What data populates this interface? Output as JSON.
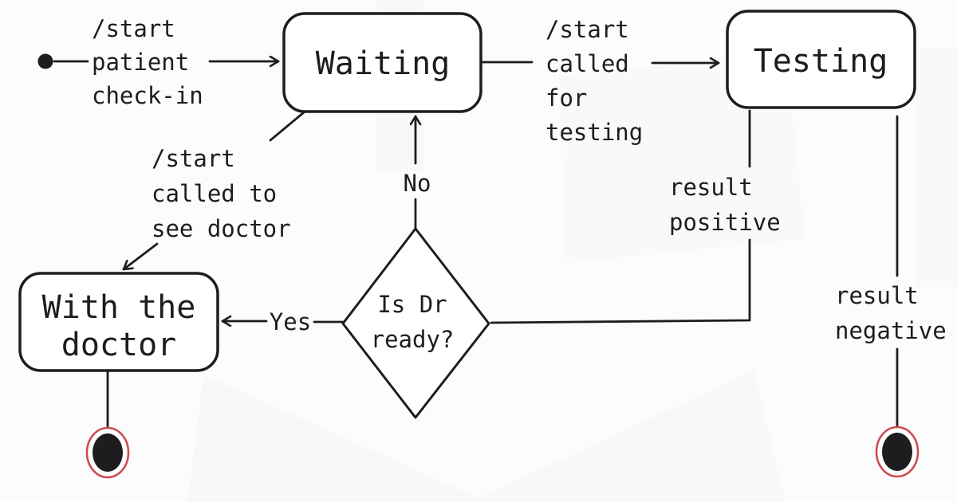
{
  "diagram": {
    "kind": "state-diagram",
    "states": {
      "waiting": {
        "label": "Waiting"
      },
      "testing": {
        "label": "Testing"
      },
      "with_doctor": {
        "lines": [
          "With the",
          "doctor"
        ]
      }
    },
    "decision": {
      "lines": [
        "Is Dr",
        "ready?"
      ]
    },
    "transitions": {
      "start_checkin": {
        "lines": [
          "/start",
          "patient",
          "check-in"
        ]
      },
      "called_for_testing": {
        "lines": [
          "/start",
          "called",
          "for",
          "testing"
        ]
      },
      "called_to_see_doctor": {
        "lines": [
          "/start",
          "called to",
          "see doctor"
        ]
      },
      "decision_no": {
        "label": "No"
      },
      "decision_yes": {
        "label": "Yes"
      },
      "result_positive": {
        "lines": [
          "result",
          "positive"
        ]
      },
      "result_negative": {
        "lines": [
          "result",
          "negative"
        ]
      }
    },
    "colors": {
      "line": "#1d1d1f",
      "state_fill": "#ffffff",
      "final_ring": "#cd4a52",
      "background": "#fcfcfd"
    }
  }
}
